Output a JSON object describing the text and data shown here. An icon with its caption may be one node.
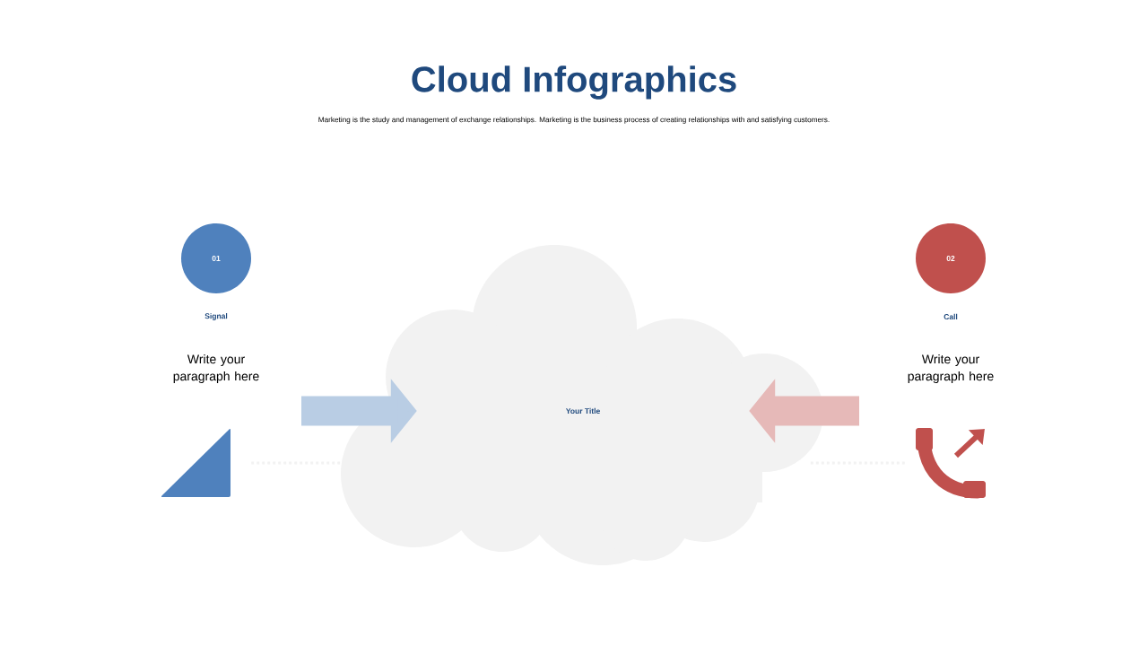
{
  "diagram": {
    "title": "Cloud Infographics",
    "caption": "Marketing is the study and management of exchange relationships. Marketing is the business process of creating relationships with and satisfying customers.",
    "nodes": [
      {
        "text": [
          "01"
        ],
        "beside": [
          "Signal",
          "Write your paragraph here"
        ]
      },
      {
        "text": [
          "02"
        ],
        "beside": [
          "Call",
          "Write your paragraph here"
        ]
      },
      {
        "text": [
          "Your Title"
        ]
      },
      {
        "text": [],
        "shape": "triangle"
      },
      {
        "text": [],
        "shape": "phone"
      }
    ],
    "edges": [
      {
        "from": null,
        "to": 2,
        "arrow": "to",
        "style": "thick",
        "color": "#b9cde4"
      },
      {
        "from": null,
        "to": 2,
        "arrow": "to",
        "style": "thick",
        "color": "#e6b9b8"
      },
      {
        "from": 3,
        "to": 2,
        "arrow": "none",
        "style": "dashed",
        "color": "#f2f2f2"
      },
      {
        "from": 4,
        "to": 2,
        "arrow": "none",
        "style": "dashed",
        "color": "#f2f2f2"
      }
    ]
  }
}
